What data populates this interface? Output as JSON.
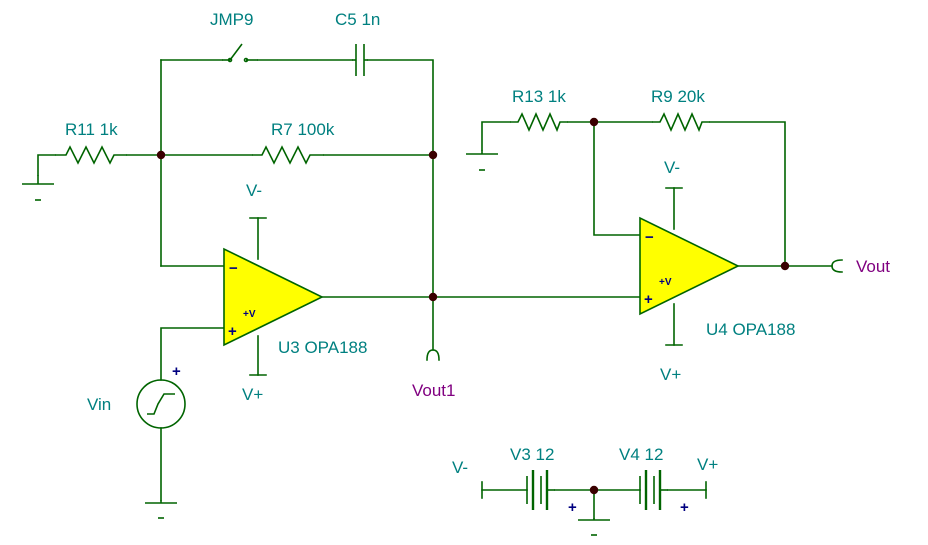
{
  "components": {
    "jmp9": "JMP9",
    "c5": "C5 1n",
    "r11": "R11 1k",
    "r7": "R7 100k",
    "r13": "R13 1k",
    "r9": "R9 20k",
    "u3": "U3 OPA188",
    "u4": "U4 OPA188",
    "v3": "V3 12",
    "v4": "V4 12",
    "vin": "Vin"
  },
  "nodes": {
    "vout": "Vout",
    "vout1": "Vout1"
  },
  "supply": {
    "v_minus": "V-",
    "v_plus": "V+"
  },
  "pins": {
    "inverting": "−",
    "noninverting": "+",
    "power": "+V",
    "plus": "+"
  },
  "colors": {
    "wire": "#006400",
    "component_label": "#008080",
    "node_label": "#800080",
    "opamp_fill": "#ffff00",
    "junction": "#3a0000"
  }
}
